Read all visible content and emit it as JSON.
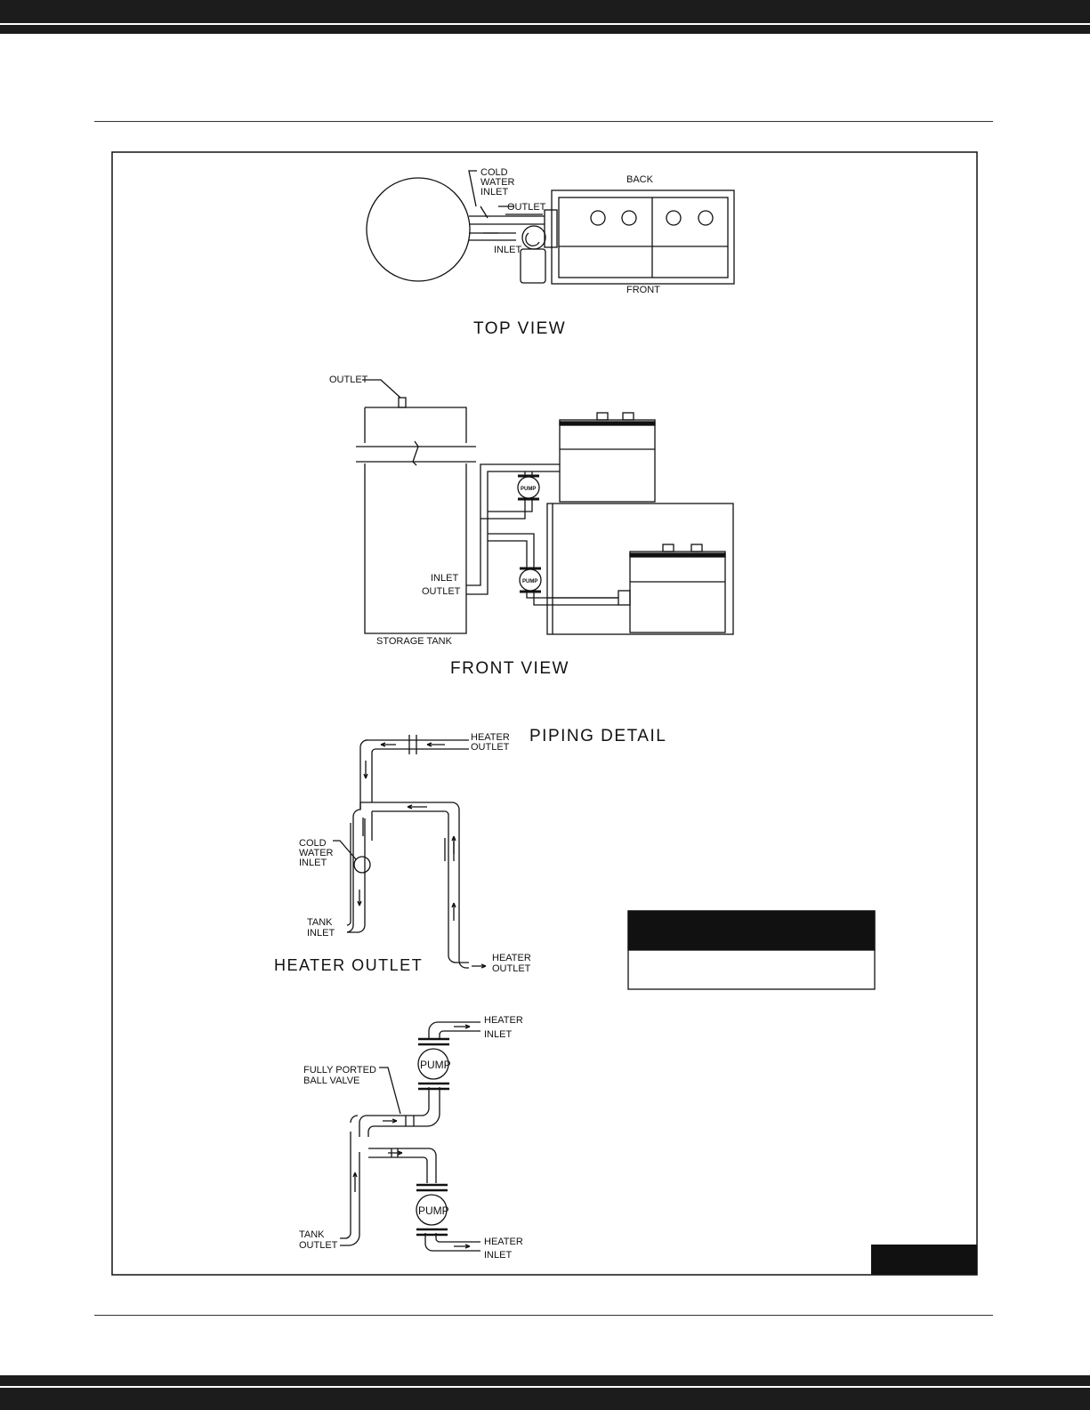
{
  "top_view": {
    "title": "TOP VIEW",
    "cold_water_inlet": [
      "COLD",
      "WATER",
      "INLET"
    ],
    "outlet": "OUTLET",
    "inlet": "INLET",
    "back": "BACK",
    "front": "FRONT"
  },
  "front_view": {
    "title": "FRONT VIEW",
    "outlet": "OUTLET",
    "inlet": "INLET",
    "outlet_low": "OUTLET",
    "storage_tank": "STORAGE TANK",
    "pump": "PUMP"
  },
  "piping_detail": {
    "title": "PIPING DETAIL",
    "heater_outlet_top": [
      "HEATER",
      "OUTLET"
    ],
    "cold_water_inlet": [
      "COLD",
      "WATER",
      "INLET"
    ],
    "tank_inlet": [
      "TANK",
      "INLET"
    ],
    "heater_outlet_bottom": [
      "HEATER",
      "OUTLET"
    ],
    "section_heading": "HEATER OUTLET"
  },
  "inlet_detail": {
    "heater_inlet_top": [
      "HEATER",
      "INLET"
    ],
    "ball_valve": [
      "FULLY PORTED",
      "BALL VALVE"
    ],
    "pump": "PUMP",
    "tank_outlet": [
      "TANK",
      "OUTLET"
    ],
    "heater_inlet_bottom": [
      "HEATER",
      "INLET"
    ]
  },
  "colors": {
    "ink": "#111111",
    "band": "#1c1c1c",
    "paper": "#ffffff"
  }
}
